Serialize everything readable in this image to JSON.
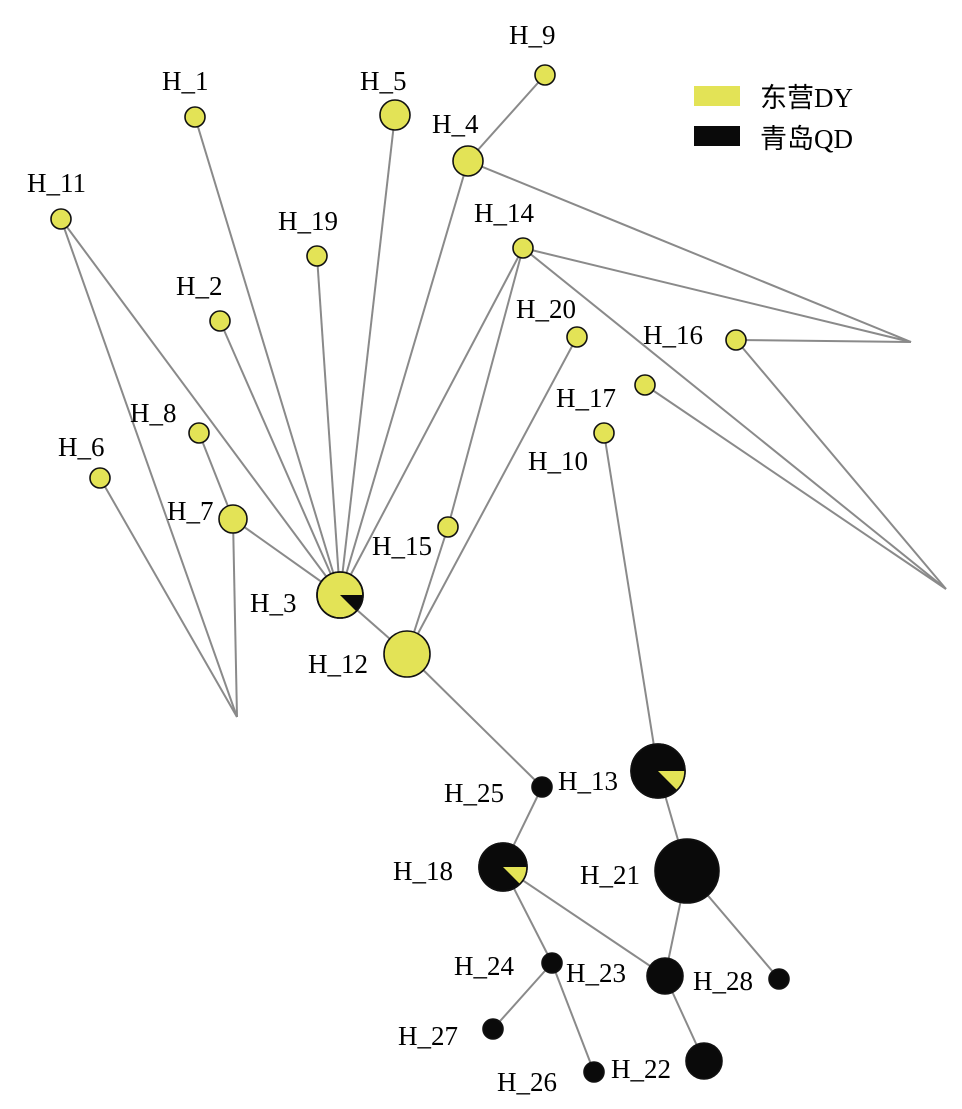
{
  "colors": {
    "dy": "#e3e356",
    "qd": "#0a0a0a",
    "edge": "#8a8a8a",
    "outline": "#111111"
  },
  "legend": [
    {
      "label": "东营DY",
      "color": "#e3e356"
    },
    {
      "label": "青岛QD",
      "color": "#0a0a0a"
    }
  ],
  "haplotypes": [
    {
      "id": "H_1",
      "label": "H_1",
      "composition": "DY"
    },
    {
      "id": "H_2",
      "label": "H_2",
      "composition": "DY"
    },
    {
      "id": "H_3",
      "label": "H_3",
      "composition": "mixed",
      "qd_fraction": 0.125
    },
    {
      "id": "H_4",
      "label": "H_4",
      "composition": "DY"
    },
    {
      "id": "H_5",
      "label": "H_5",
      "composition": "DY"
    },
    {
      "id": "H_6",
      "label": "H_6",
      "composition": "DY"
    },
    {
      "id": "H_7",
      "label": "H_7",
      "composition": "DY"
    },
    {
      "id": "H_8",
      "label": "H_8",
      "composition": "DY"
    },
    {
      "id": "H_9",
      "label": "H_9",
      "composition": "DY"
    },
    {
      "id": "H_10",
      "label": "H_10",
      "composition": "DY"
    },
    {
      "id": "H_11",
      "label": "H_11",
      "composition": "DY"
    },
    {
      "id": "H_12",
      "label": "H_12",
      "composition": "DY"
    },
    {
      "id": "H_13",
      "label": "H_13",
      "composition": "mixed",
      "dy_fraction": 0.125
    },
    {
      "id": "H_14",
      "label": "H_14",
      "composition": "DY"
    },
    {
      "id": "H_15",
      "label": "H_15",
      "composition": "DY"
    },
    {
      "id": "H_16",
      "label": "H_16",
      "composition": "DY"
    },
    {
      "id": "H_17",
      "label": "H_17",
      "composition": "DY"
    },
    {
      "id": "H_18",
      "label": "H_18",
      "composition": "mixed",
      "dy_fraction": 0.125
    },
    {
      "id": "H_19",
      "label": "H_19",
      "composition": "DY"
    },
    {
      "id": "H_20",
      "label": "H_20",
      "composition": "DY"
    },
    {
      "id": "H_21",
      "label": "H_21",
      "composition": "QD"
    },
    {
      "id": "H_22",
      "label": "H_22",
      "composition": "QD"
    },
    {
      "id": "H_23",
      "label": "H_23",
      "composition": "QD"
    },
    {
      "id": "H_24",
      "label": "H_24",
      "composition": "QD"
    },
    {
      "id": "H_25",
      "label": "H_25",
      "composition": "QD"
    },
    {
      "id": "H_26",
      "label": "H_26",
      "composition": "QD"
    },
    {
      "id": "H_27",
      "label": "H_27",
      "composition": "QD"
    },
    {
      "id": "H_28",
      "label": "H_28",
      "composition": "QD"
    }
  ],
  "edges": [
    [
      "H_9",
      "H_4"
    ],
    [
      "H_4",
      "H_3"
    ],
    [
      "H_4",
      "mv_A"
    ],
    [
      "H_5",
      "H_3"
    ],
    [
      "H_1",
      "H_3"
    ],
    [
      "H_19",
      "H_3"
    ],
    [
      "H_2",
      "H_3"
    ],
    [
      "H_11",
      "H_3"
    ],
    [
      "H_11",
      "mv_B"
    ],
    [
      "H_6",
      "mv_B"
    ],
    [
      "H_8",
      "H_7"
    ],
    [
      "H_7",
      "H_3"
    ],
    [
      "H_7",
      "mv_B"
    ],
    [
      "H_14",
      "H_3"
    ],
    [
      "H_14",
      "H_15"
    ],
    [
      "H_14",
      "mv_A"
    ],
    [
      "H_14",
      "mv_C"
    ],
    [
      "H_16",
      "mv_A"
    ],
    [
      "H_16",
      "mv_C"
    ],
    [
      "H_17",
      "mv_C"
    ],
    [
      "H_15",
      "H_12"
    ],
    [
      "H_20",
      "H_12"
    ],
    [
      "H_3",
      "H_12"
    ],
    [
      "H_12",
      "H_25"
    ],
    [
      "H_25",
      "H_18"
    ],
    [
      "H_10",
      "H_13"
    ],
    [
      "H_13",
      "H_21"
    ],
    [
      "H_21",
      "H_23"
    ],
    [
      "H_21",
      "H_28"
    ],
    [
      "H_18",
      "H_23"
    ],
    [
      "H_18",
      "H_24"
    ],
    [
      "H_24",
      "H_27"
    ],
    [
      "H_24",
      "H_26"
    ],
    [
      "H_23",
      "H_22"
    ]
  ]
}
